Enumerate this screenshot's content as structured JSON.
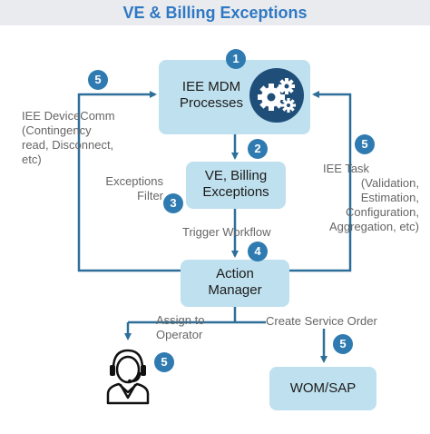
{
  "title": "VE & Billing Exceptions",
  "nodes": {
    "mdm": {
      "lines": [
        "IEE MDM",
        "Processes"
      ]
    },
    "ve": {
      "lines": [
        "VE, Billing",
        "Exceptions"
      ]
    },
    "action_manager": {
      "lines": [
        "Action",
        "Manager"
      ]
    },
    "wom": {
      "label": "WOM/SAP"
    }
  },
  "badges": {
    "b1": "1",
    "b2": "2",
    "b3": "3",
    "b4": "4",
    "b5_left": "5",
    "b5_right": "5",
    "b5_operator": "5",
    "b5_wom": "5"
  },
  "labels": {
    "device_comm": [
      "IEE DeviceComm",
      "(Contingency",
      "read, Disconnect,",
      "etc)"
    ],
    "iee_task": [
      "IEE Task",
      "(Validation,",
      "Estimation,",
      "Configuration,",
      "Aggregation, etc)"
    ],
    "exceptions_filter": [
      "Exceptions",
      "Filter"
    ],
    "trigger_workflow": "Trigger Workflow",
    "assign_operator": [
      "Assign to",
      "Operator"
    ],
    "create_service_order": "Create Service Order"
  },
  "icons": {
    "gears": "gears-icon",
    "operator": "operator-headset-icon"
  },
  "colors": {
    "title": "#2f78c4",
    "title_bg": "#e9ebee",
    "box_fill": "#bfe0ee",
    "badge": "#2f7bb1",
    "connector": "#2d6f99",
    "gear_circle": "#1f4e79",
    "label_text": "#666666"
  }
}
